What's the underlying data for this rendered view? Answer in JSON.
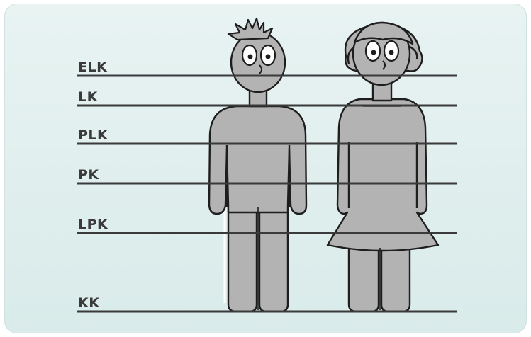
{
  "diagram": {
    "levels": [
      {
        "label": "ELK"
      },
      {
        "label": "LK"
      },
      {
        "label": "PLK"
      },
      {
        "label": "PK"
      },
      {
        "label": "LPK"
      },
      {
        "label": "KK"
      }
    ],
    "figures": [
      {
        "kind": "boy"
      },
      {
        "kind": "girl"
      }
    ],
    "colors": {
      "background": "#dcecea",
      "figure_fill": "#b3b3b3",
      "figure_outline": "#1e1e1e",
      "line": "#3a3a3a"
    }
  }
}
